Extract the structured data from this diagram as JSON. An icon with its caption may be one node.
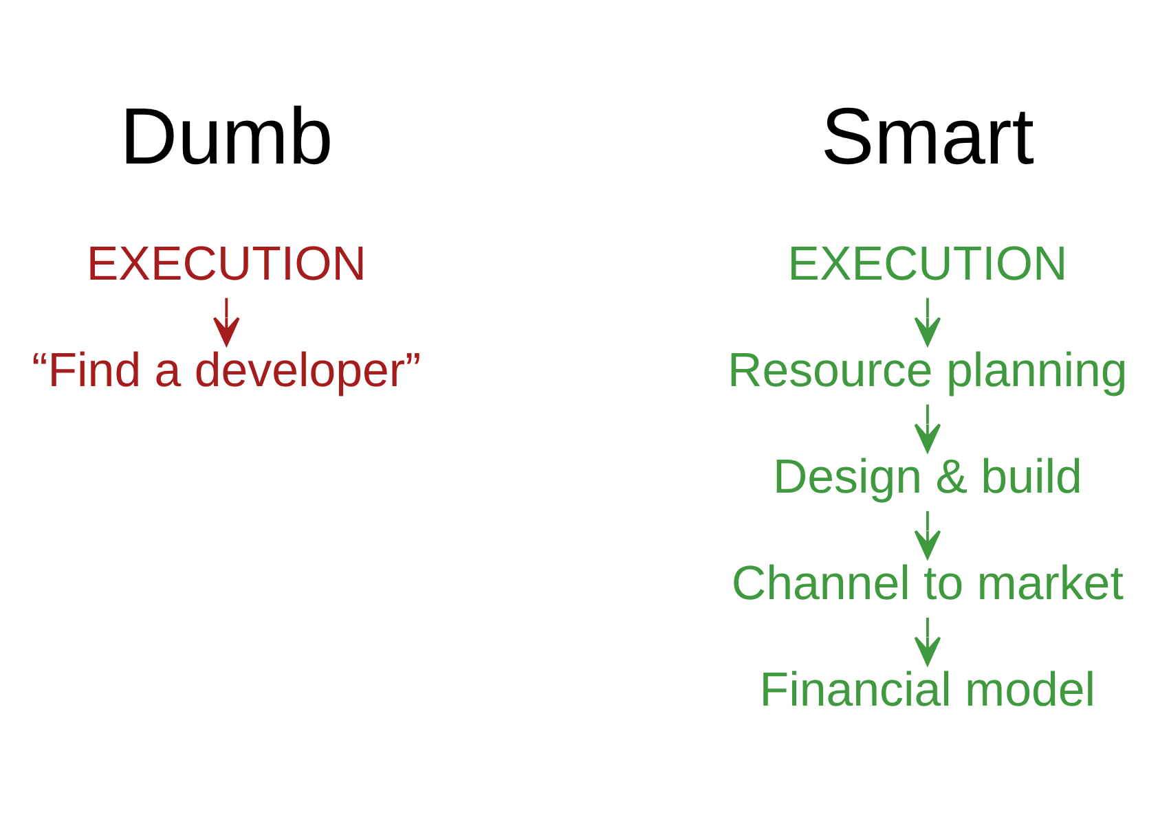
{
  "diagram": {
    "nodes": [
      {
        "text": [
          "EXECUTION"
        ]
      },
      {
        "text": [
          "“Find a developer”"
        ]
      },
      {
        "text": [
          "EXECUTION"
        ]
      },
      {
        "text": [
          "Resource planning"
        ]
      },
      {
        "text": [
          "Design & build"
        ]
      },
      {
        "text": [
          "Channel to market"
        ]
      },
      {
        "text": [
          "Financial model"
        ]
      }
    ],
    "edges": [
      {
        "from": 0,
        "to": 1,
        "arrow": "to",
        "color": "#a61c1c"
      },
      {
        "from": 2,
        "to": 3,
        "arrow": "to"
      },
      {
        "from": 3,
        "to": 4,
        "arrow": "to"
      },
      {
        "from": 4,
        "to": 5,
        "arrow": "to"
      },
      {
        "from": 5,
        "to": 6,
        "arrow": "to"
      }
    ],
    "labels": [
      "Dumb",
      "Smart"
    ]
  }
}
